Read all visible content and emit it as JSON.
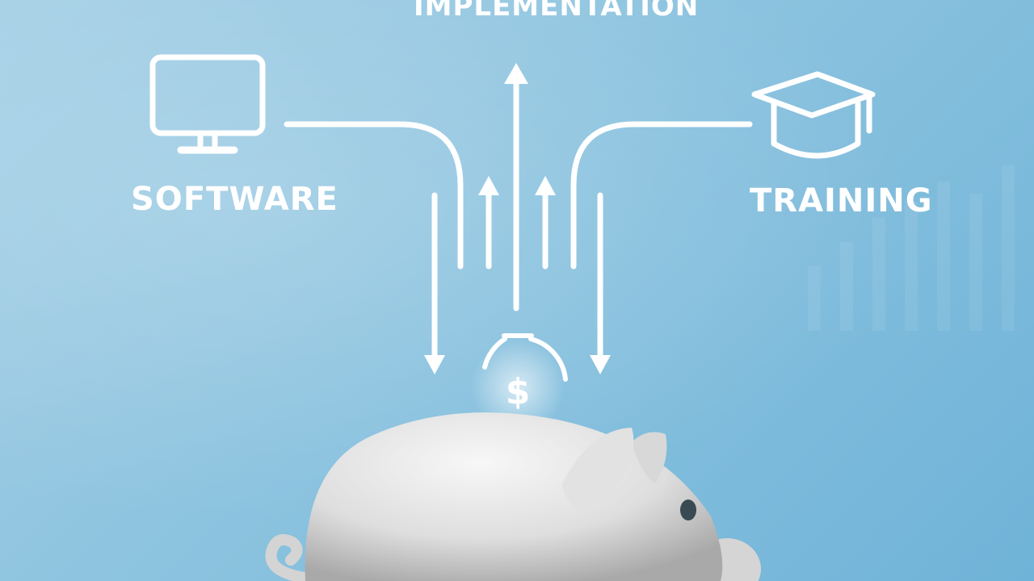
{
  "labels": {
    "implementation": "IMPLEMENTATION",
    "software": "SOFTWARE",
    "training": "TRAINING"
  },
  "coin_symbol": "$",
  "icons": {
    "software": "monitor-icon",
    "training": "graduation-cap-icon",
    "savings": "piggy-bank-icon",
    "coin": "coin-icon"
  },
  "colors": {
    "background": "#8cc3df",
    "line": "#ffffff",
    "piggy": "#e6e6e6"
  }
}
